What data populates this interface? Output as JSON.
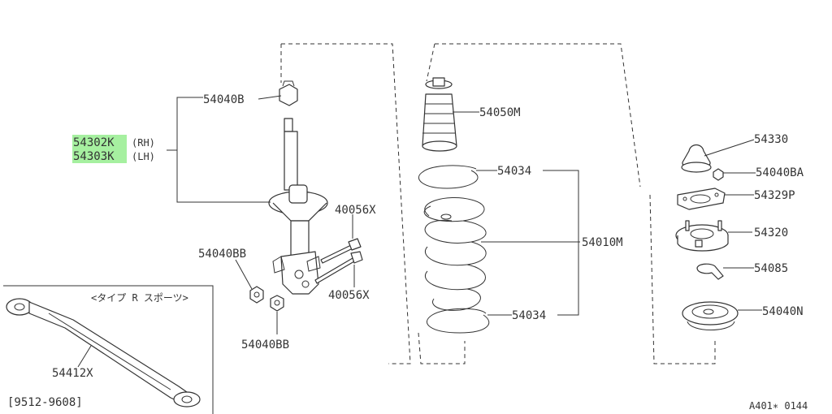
{
  "diagram": {
    "colors": {
      "line": "#333333",
      "highlight": "#a6f0a0",
      "background": "#ffffff"
    },
    "parts": {
      "strut_nut": "54040B",
      "strut_rh": "54302K",
      "rh_suffix": "(RH)",
      "strut_lh": "54303K",
      "lh_suffix": "(LH)",
      "bolt_upper": "40056X",
      "bolt_lower": "40056X",
      "nut_left": "54040BB",
      "nut_bottom": "54040BB",
      "bound_bumper": "54050M",
      "spring_seat_upper": "54034",
      "coil_spring": "54010M",
      "spring_seat_lower": "54034",
      "cap": "54330",
      "mount_nut": "54040BA",
      "plate": "54329P",
      "mount_insulator": "54320",
      "washer": "54085",
      "spring_seat_mount": "54040N",
      "strut_bar": "54412X"
    },
    "inset_title": "<タイプ R スポーツ>",
    "date_range": "[9512-9608]",
    "figure_id": "A401∗ 0144"
  }
}
